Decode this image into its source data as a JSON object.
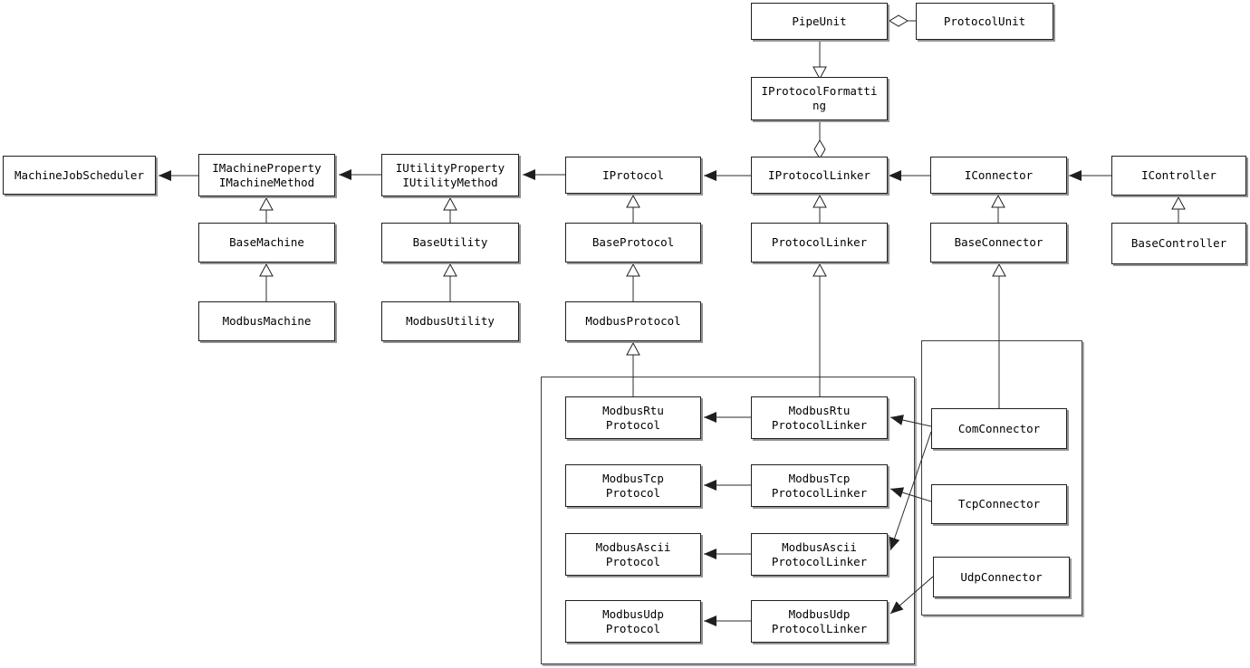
{
  "diagram": {
    "kind": "uml-class-diagram",
    "colors": {
      "background": "#ffffff",
      "box_fill": "#ffffff",
      "box_border": "#1f1f1f",
      "line": "#2b2b2b",
      "shadow": "#949494"
    }
  },
  "nodes": {
    "pipe_unit": {
      "label": "PipeUnit"
    },
    "protocol_unit": {
      "label": "ProtocolUnit"
    },
    "iprotocol_formatting": {
      "label": "IProtocolFormatting"
    },
    "machine_job_scheduler": {
      "label": "MachineJobScheduler"
    },
    "imachine": {
      "label": "IMachineProperty\nIMachineMethod"
    },
    "iutility": {
      "label": "IUtilityProperty\nIUtilityMethod"
    },
    "iprotocol": {
      "label": "IProtocol"
    },
    "iprotocol_linker": {
      "label": "IProtocolLinker"
    },
    "iconnector": {
      "label": "IConnector"
    },
    "icontroller": {
      "label": "IController"
    },
    "base_machine": {
      "label": "BaseMachine"
    },
    "base_utility": {
      "label": "BaseUtility"
    },
    "base_protocol": {
      "label": "BaseProtocol"
    },
    "protocol_linker": {
      "label": "ProtocolLinker"
    },
    "base_connector": {
      "label": "BaseConnector"
    },
    "base_controller": {
      "label": "BaseController"
    },
    "modbus_machine": {
      "label": "ModbusMachine"
    },
    "modbus_utility": {
      "label": "ModbusUtility"
    },
    "modbus_protocol": {
      "label": "ModbusProtocol"
    },
    "modbus_rtu_protocol": {
      "label": "ModbusRtu\nProtocol"
    },
    "modbus_rtu_protocol_linker": {
      "label": "ModbusRtu\nProtocolLinker"
    },
    "modbus_tcp_protocol": {
      "label": "ModbusTcp\nProtocol"
    },
    "modbus_tcp_protocol_linker": {
      "label": "ModbusTcp\nProtocolLinker"
    },
    "modbus_ascii_protocol": {
      "label": "ModbusAscii\nProtocol"
    },
    "modbus_ascii_protocol_linker": {
      "label": "ModbusAscii\nProtocolLinker"
    },
    "modbus_udp_protocol": {
      "label": "ModbusUdp\nProtocol"
    },
    "modbus_udp_protocol_linker": {
      "label": "ModbusUdp\nProtocolLinker"
    },
    "com_connector": {
      "label": "ComConnector"
    },
    "tcp_connector": {
      "label": "TcpConnector"
    },
    "udp_connector": {
      "label": "UdpConnector"
    }
  },
  "relations": [
    {
      "from": "ProtocolUnit",
      "to": "PipeUnit",
      "type": "aggregation"
    },
    {
      "from": "PipeUnit",
      "to": "IProtocolFormatting",
      "type": "generalization"
    },
    {
      "from": "IProtocolFormatting",
      "to": "IProtocolLinker",
      "type": "aggregation"
    },
    {
      "from": "IMachineProperty/IMachineMethod",
      "to": "MachineJobScheduler",
      "type": "directed-association"
    },
    {
      "from": "IUtilityProperty/IUtilityMethod",
      "to": "IMachineProperty/IMachineMethod",
      "type": "directed-association"
    },
    {
      "from": "IProtocol",
      "to": "IUtilityProperty/IUtilityMethod",
      "type": "directed-association"
    },
    {
      "from": "IProtocolLinker",
      "to": "IProtocol",
      "type": "directed-association"
    },
    {
      "from": "IConnector",
      "to": "IProtocolLinker",
      "type": "directed-association"
    },
    {
      "from": "IController",
      "to": "IConnector",
      "type": "directed-association"
    },
    {
      "from": "BaseMachine",
      "to": "IMachineProperty/IMachineMethod",
      "type": "generalization"
    },
    {
      "from": "ModbusMachine",
      "to": "BaseMachine",
      "type": "generalization"
    },
    {
      "from": "BaseUtility",
      "to": "IUtilityProperty/IUtilityMethod",
      "type": "generalization"
    },
    {
      "from": "ModbusUtility",
      "to": "BaseUtility",
      "type": "generalization"
    },
    {
      "from": "BaseProtocol",
      "to": "IProtocol",
      "type": "generalization"
    },
    {
      "from": "ModbusProtocol",
      "to": "BaseProtocol",
      "type": "generalization"
    },
    {
      "from": "ProtocolLinker",
      "to": "IProtocolLinker",
      "type": "generalization"
    },
    {
      "from": "BaseConnector",
      "to": "IConnector",
      "type": "generalization"
    },
    {
      "from": "BaseController",
      "to": "IController",
      "type": "generalization"
    },
    {
      "from": "ModbusRtuProtocol",
      "to": "ModbusProtocol",
      "type": "generalization"
    },
    {
      "from": "ModbusRtuProtocolLinker",
      "to": "ProtocolLinker",
      "type": "generalization"
    },
    {
      "from": "ComConnector",
      "to": "BaseConnector",
      "type": "generalization"
    },
    {
      "from": "ModbusRtuProtocolLinker",
      "to": "ModbusRtuProtocol",
      "type": "directed-association"
    },
    {
      "from": "ModbusTcpProtocolLinker",
      "to": "ModbusTcpProtocol",
      "type": "directed-association"
    },
    {
      "from": "ModbusAsciiProtocolLinker",
      "to": "ModbusAsciiProtocol",
      "type": "directed-association"
    },
    {
      "from": "ModbusUdpProtocolLinker",
      "to": "ModbusUdpProtocol",
      "type": "directed-association"
    },
    {
      "from": "ComConnector",
      "to": "ModbusRtuProtocolLinker",
      "type": "directed-association"
    },
    {
      "from": "ComConnector",
      "to": "ModbusAsciiProtocolLinker",
      "type": "directed-association"
    },
    {
      "from": "TcpConnector",
      "to": "ModbusTcpProtocolLinker",
      "type": "directed-association"
    },
    {
      "from": "UdpConnector",
      "to": "ModbusUdpProtocolLinker",
      "type": "directed-association"
    }
  ]
}
